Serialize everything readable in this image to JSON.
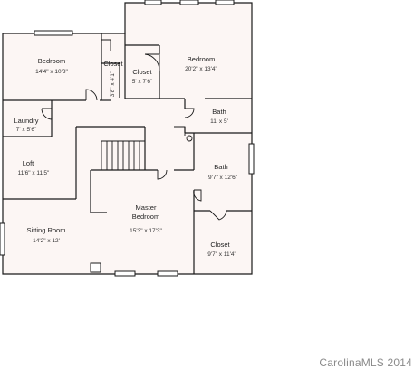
{
  "floor_plan": {
    "rooms": [
      {
        "id": "bedroom-2",
        "name": "Bedroom",
        "dims": "14'4\" x 10'3\""
      },
      {
        "id": "closet-1",
        "name": "Closet",
        "dims": "3'8\" x 4'1\""
      },
      {
        "id": "closet-2",
        "name": "Closet",
        "dims": "5' x 7'6\""
      },
      {
        "id": "bedroom-1",
        "name": "Bedroom",
        "dims": "20'2\" x 13'4\""
      },
      {
        "id": "laundry",
        "name": "Laundry",
        "dims": "7' x 5'6\""
      },
      {
        "id": "bath-1",
        "name": "Bath",
        "dims": "11' x 5'"
      },
      {
        "id": "loft",
        "name": "Loft",
        "dims": "11'6\" x 11'5\""
      },
      {
        "id": "bath-2",
        "name": "Bath",
        "dims": "9'7\" x 12'6\""
      },
      {
        "id": "master-bedroom",
        "name": "Master\nBedroom",
        "dims": "15'3\" x 17'3\""
      },
      {
        "id": "sitting-room",
        "name": "Sitting Room",
        "dims": "14'2\" x 12'"
      },
      {
        "id": "closet-3",
        "name": "Closet",
        "dims": "9'7\" x 11'4\""
      }
    ]
  },
  "watermark": "CarolinaMLS 2014",
  "colors": {
    "floor_fill": "#fcf6f4",
    "wall": "#1a1a1a",
    "watermark": "#8a8a8a"
  }
}
